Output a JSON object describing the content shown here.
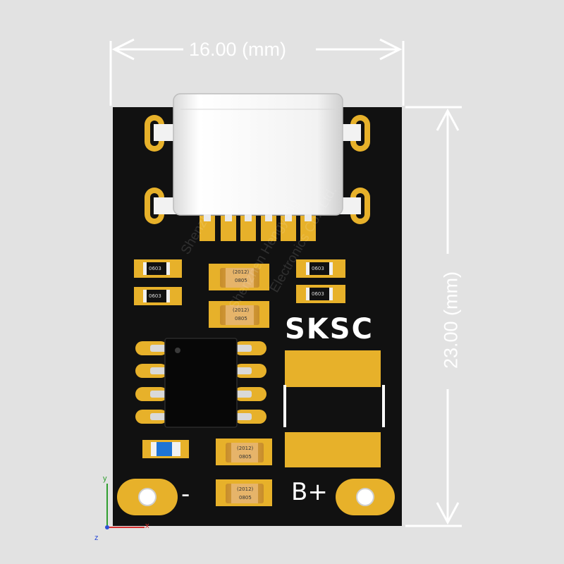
{
  "dimensions": {
    "width_label": "16.00 (mm)",
    "height_label": "23.00 (mm)"
  },
  "silkscreen": {
    "brand": "SKSC",
    "minus": "-",
    "bplus": "B+"
  },
  "component_markings": {
    "r_0603_a": "0603",
    "r_0603_b": "0603",
    "r_0603_c": "0603",
    "r_0603_d": "0603",
    "c_0805_a": "0805",
    "c_0805_a_alt": "(2012)",
    "c_0805_b": "(2012)",
    "c_0805_b_alt": "0805",
    "c_0805_c": "(2012)",
    "c_0805_c_alt": "0805",
    "c_0805_d": "(2012)",
    "c_0805_d_alt": "0805"
  },
  "watermark": {
    "line1": "Shenzhen Hengbing",
    "line2": "Shenzhen Hengyang",
    "line3": "Electronics Co., Ltd."
  },
  "axes": {
    "x": "x",
    "y": "y",
    "z": "z"
  },
  "colors": {
    "background": "#e2e2e2",
    "board": "#111111",
    "gold_pad": "#e7b12a",
    "connector": "#f4f4f4",
    "led": "#1e74d6"
  }
}
